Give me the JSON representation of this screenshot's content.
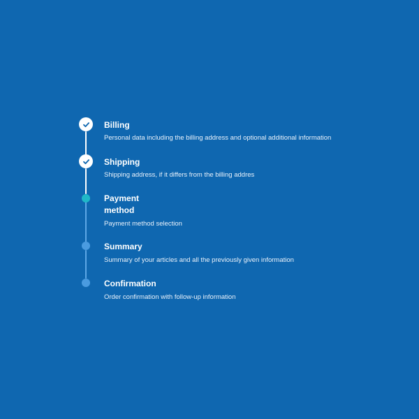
{
  "colors": {
    "background": "#0f67b0",
    "done_node": "#ffffff",
    "check_mark": "#0f67b0",
    "active_node": "#1fb8c8",
    "pending_node": "#4a9be0",
    "line_done": "#ffffff",
    "line_pending": "#5ea8e6"
  },
  "steps": [
    {
      "title": "Billing",
      "description": "Personal data including the billing address and optional additional information",
      "status": "completed",
      "icon": "check-icon"
    },
    {
      "title": "Shipping",
      "description": "Shipping address, if it differs from the billing addres",
      "status": "completed",
      "icon": "check-icon"
    },
    {
      "title": "Payment\n method",
      "description": "Payment method selection",
      "status": "active"
    },
    {
      "title": "Summary",
      "description": "Summary of your articles and all the previously given information",
      "status": "pending"
    },
    {
      "title": "Confirmation",
      "description": "Order confirmation with follow-up information",
      "status": "pending"
    }
  ]
}
